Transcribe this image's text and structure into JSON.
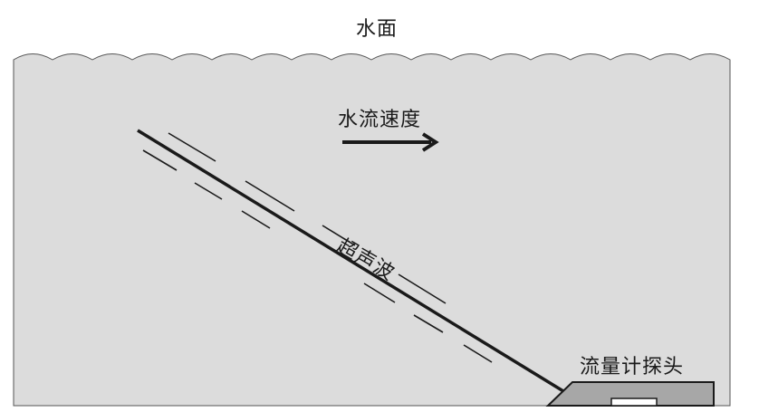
{
  "labels": {
    "water_surface": "水面",
    "flow_velocity": "水流速度",
    "ultrasound": "超声波",
    "flowmeter_probe": "流量计探头"
  },
  "colors": {
    "water": "#dcdcdc",
    "outline": "#1a1a1a",
    "probe": "#a7a7a7",
    "background": "#ffffff"
  },
  "icons": {
    "flow_arrow": "arrow-right-icon"
  }
}
